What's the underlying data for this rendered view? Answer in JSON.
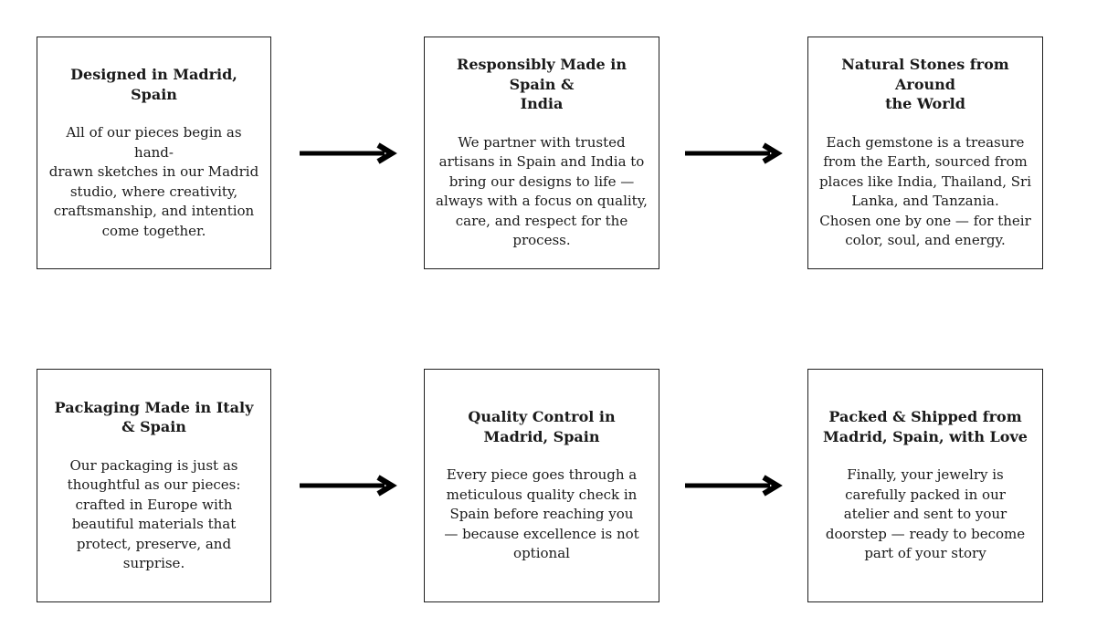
{
  "colors": {
    "background": "#ffffff",
    "box-bg": "#ffffff",
    "border": "#1f1f1f",
    "text": "#1a1a1a",
    "arrow": "#000000"
  },
  "flow": {
    "rows": [
      {
        "boxes": [
          {
            "title": "Designed in Madrid, Spain",
            "body": "All of our pieces begin as hand-\ndrawn sketches in our Madrid\nstudio, where creativity,\ncraftsmanship, and intention\ncome together."
          },
          {
            "title": "Responsibly Made in Spain &\nIndia",
            "body": "We partner with trusted\nartisans in Spain and India to\nbring our designs to life —\nalways with a focus on quality,\ncare, and respect for the\nprocess."
          },
          {
            "title": "Natural Stones from Around\nthe World",
            "body": "Each gemstone is a treasure\nfrom the Earth, sourced from\nplaces like India, Thailand, Sri\nLanka, and Tanzania.\nChosen one by one — for their\ncolor, soul, and energy."
          }
        ]
      },
      {
        "boxes": [
          {
            "title": "Packaging Made in Italy\n& Spain",
            "body": "Our packaging is just as\nthoughtful as our pieces:\ncrafted in Europe with\nbeautiful materials that\nprotect, preserve, and\nsurprise."
          },
          {
            "title": "Quality Control in\nMadrid, Spain",
            "body": "Every piece goes through a\nmeticulous quality check in\nSpain before reaching you\n— because excellence is not\noptional"
          },
          {
            "title": "Packed & Shipped from\nMadrid, Spain, with Love",
            "body": "Finally, your jewelry is\ncarefully packed in our\natelier and sent to your\ndoorstep — ready to become\npart of your story"
          }
        ]
      }
    ]
  }
}
